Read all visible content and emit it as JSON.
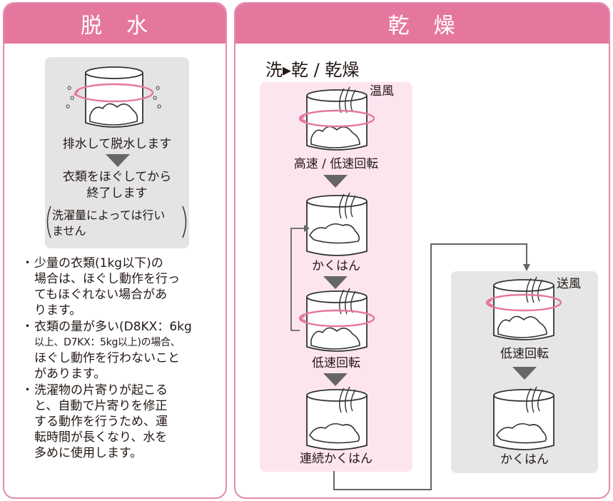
{
  "dehydrate": {
    "title": "脱　水",
    "step1": "排水して脱水します",
    "step2_line1": "衣類をほぐしてから",
    "step2_line2": "終了します",
    "note_line1": "洗濯量によっては行い",
    "note_line2": "ません",
    "bullets": [
      [
        "少量の衣類(1kg以下)の",
        "場合は、ほぐし動作を行っ",
        "てもほぐれない場合があ",
        "ります。"
      ],
      [
        "衣類の量が多い(D8KX：6kg",
        "以上、D7KX：5kg以上)の場合、",
        "ほぐし動作を行わないこと",
        "があります。"
      ],
      [
        "洗濯物の片寄りが起こる",
        "と、自動で片寄りを修正",
        "する動作を行うため、運",
        "転時間が長くなり、水を",
        "多めに使用します。"
      ]
    ]
  },
  "dry": {
    "title": "乾　燥",
    "course": "洗▸乾 / 乾燥",
    "warm_air": "温風",
    "steps": [
      "高速 / 低速回転",
      "かくはん",
      "低速回転",
      "連続かくはん"
    ],
    "blow": "送風",
    "steps2": [
      "低速回転",
      "かくはん"
    ]
  },
  "colors": {
    "header": "#e5779f",
    "border": "#e38ab0",
    "pink_area": "#fde5ef",
    "gray_area": "#e4e4e4",
    "arrow": "#666666"
  }
}
